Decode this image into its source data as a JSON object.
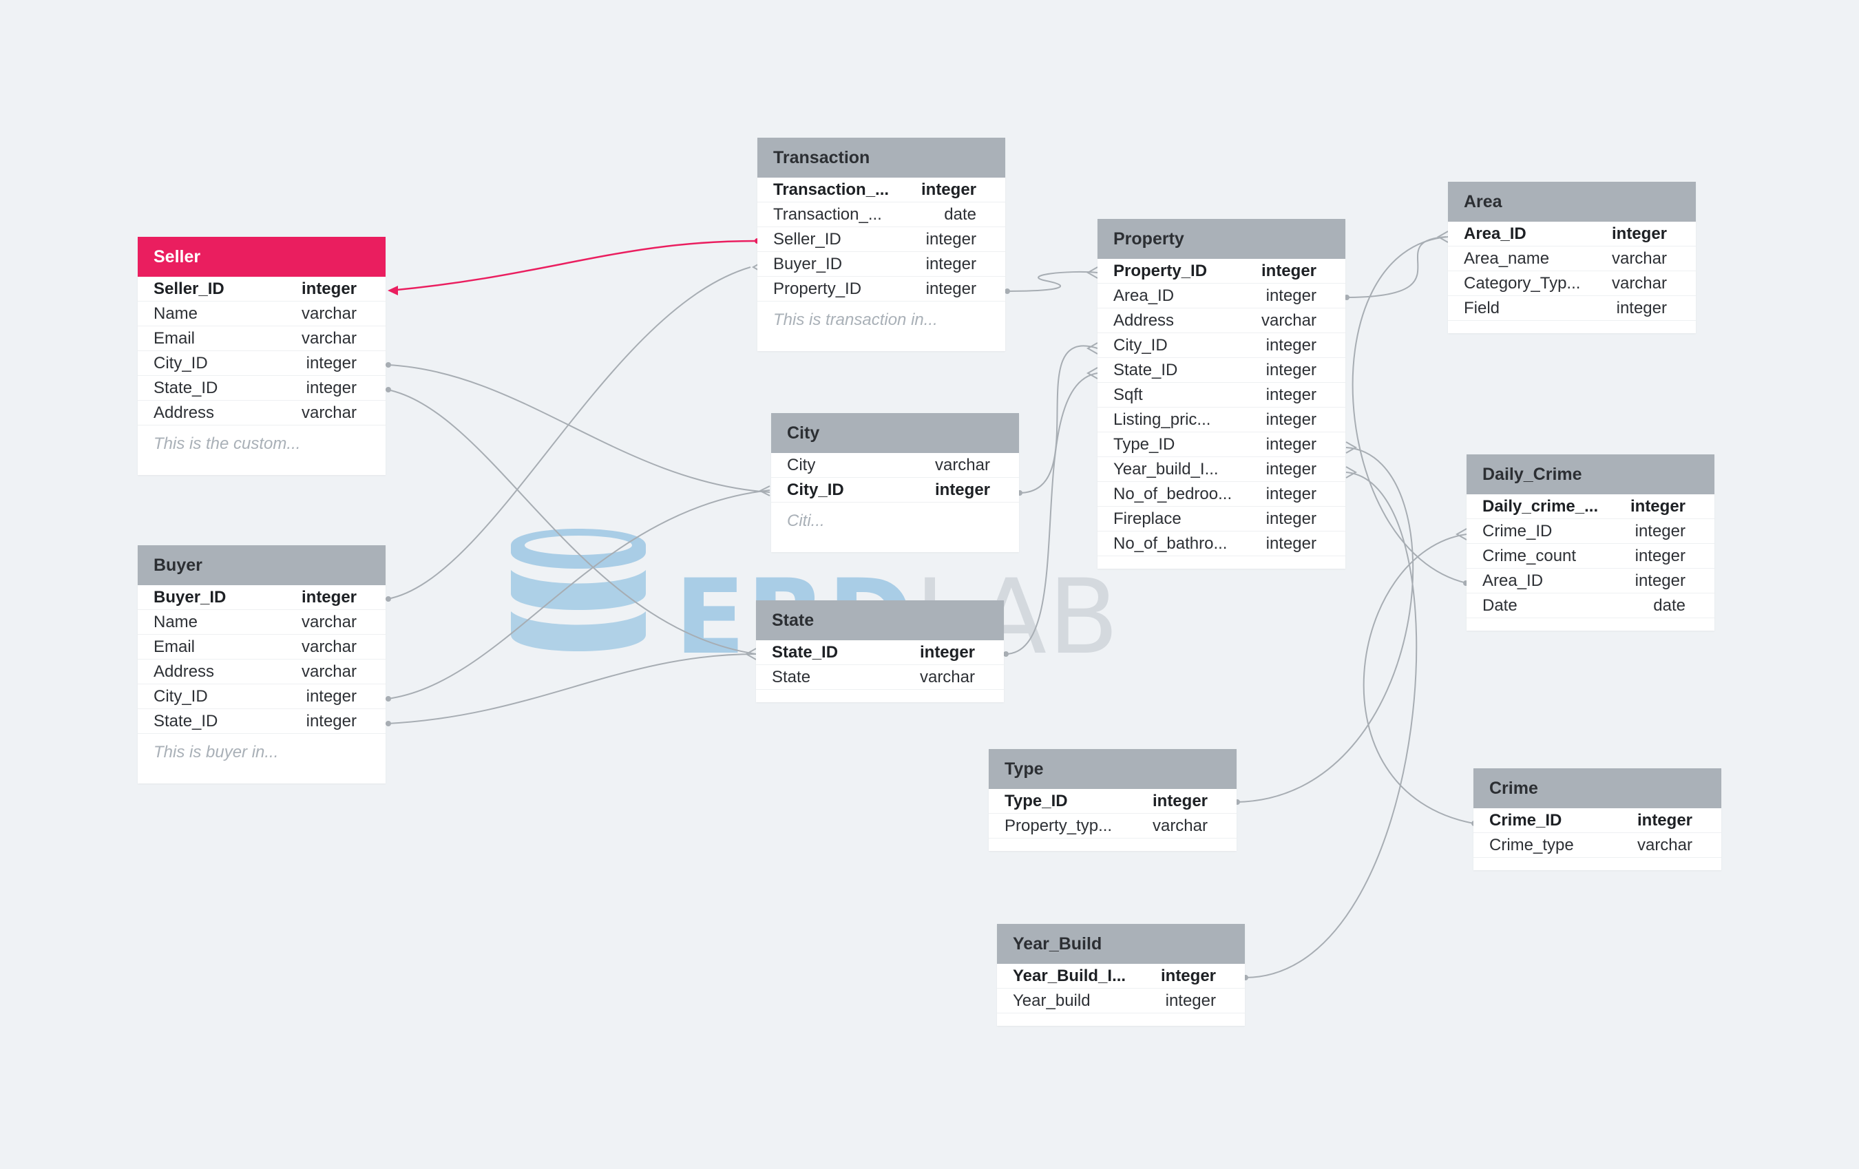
{
  "app": {
    "watermark": "ERDLAB",
    "watermark_part1": "ERD",
    "watermark_part2": "LAB",
    "logo_icon": "database-stack-icon"
  },
  "colors": {
    "background": "#eff2f5",
    "header": "#aab1b8",
    "selected": "#ea1e5f",
    "line": "#a7adb3",
    "watermark": "#a9cde6"
  },
  "tables": {
    "seller": {
      "name": "Seller",
      "rows": [
        {
          "name": "Seller_ID",
          "type": "integer"
        },
        {
          "name": "Name",
          "type": "varchar"
        },
        {
          "name": "Email",
          "type": "varchar"
        },
        {
          "name": "City_ID",
          "type": "integer"
        },
        {
          "name": "State_ID",
          "type": "integer"
        },
        {
          "name": "Address",
          "type": "varchar"
        }
      ],
      "note": "This is the custom..."
    },
    "buyer": {
      "name": "Buyer",
      "rows": [
        {
          "name": "Buyer_ID",
          "type": "integer"
        },
        {
          "name": "Name",
          "type": "varchar"
        },
        {
          "name": "Email",
          "type": "varchar"
        },
        {
          "name": "Address",
          "type": "varchar"
        },
        {
          "name": "City_ID",
          "type": "integer"
        },
        {
          "name": "State_ID",
          "type": "integer"
        }
      ],
      "note": "This is buyer in..."
    },
    "transaction": {
      "name": "Transaction",
      "rows": [
        {
          "name": "Transaction_...",
          "type": "integer"
        },
        {
          "name": "Transaction_...",
          "type": "date"
        },
        {
          "name": "Seller_ID",
          "type": "integer"
        },
        {
          "name": "Buyer_ID",
          "type": "integer"
        },
        {
          "name": "Property_ID",
          "type": "integer"
        }
      ],
      "note": "This is transaction in..."
    },
    "city": {
      "name": "City",
      "rows": [
        {
          "name": "City",
          "type": "varchar"
        },
        {
          "name": "City_ID",
          "type": "integer"
        }
      ],
      "note": "Citi..."
    },
    "state": {
      "name": "State",
      "rows": [
        {
          "name": "State_ID",
          "type": "integer"
        },
        {
          "name": "State",
          "type": "varchar"
        }
      ]
    },
    "property": {
      "name": "Property",
      "rows": [
        {
          "name": "Property_ID",
          "type": "integer"
        },
        {
          "name": "Area_ID",
          "type": "integer"
        },
        {
          "name": "Address",
          "type": "varchar"
        },
        {
          "name": "City_ID",
          "type": "integer"
        },
        {
          "name": "State_ID",
          "type": "integer"
        },
        {
          "name": "Sqft",
          "type": "integer"
        },
        {
          "name": "Listing_pric...",
          "type": "integer"
        },
        {
          "name": "Type_ID",
          "type": "integer"
        },
        {
          "name": "Year_build_I...",
          "type": "integer"
        },
        {
          "name": "No_of_bedroo...",
          "type": "integer"
        },
        {
          "name": "Fireplace",
          "type": "integer"
        },
        {
          "name": "No_of_bathro...",
          "type": "integer"
        }
      ]
    },
    "area": {
      "name": "Area",
      "rows": [
        {
          "name": "Area_ID",
          "type": "integer"
        },
        {
          "name": "Area_name",
          "type": "varchar"
        },
        {
          "name": "Category_Typ...",
          "type": "varchar"
        },
        {
          "name": "Field",
          "type": "integer"
        }
      ]
    },
    "daily_crime": {
      "name": "Daily_Crime",
      "rows": [
        {
          "name": "Daily_crime_...",
          "type": "integer"
        },
        {
          "name": "Crime_ID",
          "type": "integer"
        },
        {
          "name": "Crime_count",
          "type": "integer"
        },
        {
          "name": "Area_ID",
          "type": "integer"
        },
        {
          "name": "Date",
          "type": "date"
        }
      ]
    },
    "type": {
      "name": "Type",
      "rows": [
        {
          "name": "Type_ID",
          "type": "integer"
        },
        {
          "name": "Property_typ...",
          "type": "varchar"
        }
      ]
    },
    "crime": {
      "name": "Crime",
      "rows": [
        {
          "name": "Crime_ID",
          "type": "integer"
        },
        {
          "name": "Crime_type",
          "type": "varchar"
        }
      ]
    },
    "year_build": {
      "name": "Year_Build",
      "rows": [
        {
          "name": "Year_Build_I...",
          "type": "integer"
        },
        {
          "name": "Year_build",
          "type": "integer"
        }
      ]
    }
  }
}
